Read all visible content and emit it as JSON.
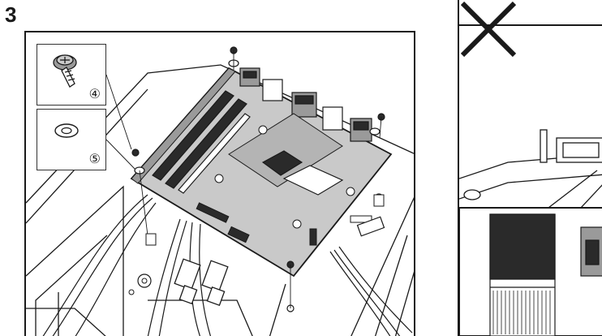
{
  "step": {
    "number": "3"
  },
  "main_figure": {
    "callouts": [
      {
        "id": "screw",
        "label": "④",
        "icon": "screw-icon"
      },
      {
        "id": "washer",
        "label": "⑤",
        "icon": "washer-icon"
      }
    ]
  },
  "right_figure": {
    "mark_icon": "x-mark-icon"
  },
  "colors": {
    "line": "#1a1a1a",
    "board": "#c9c9c9",
    "board_dark": "#9a9a9a",
    "connector_dark": "#2a2a2a"
  }
}
